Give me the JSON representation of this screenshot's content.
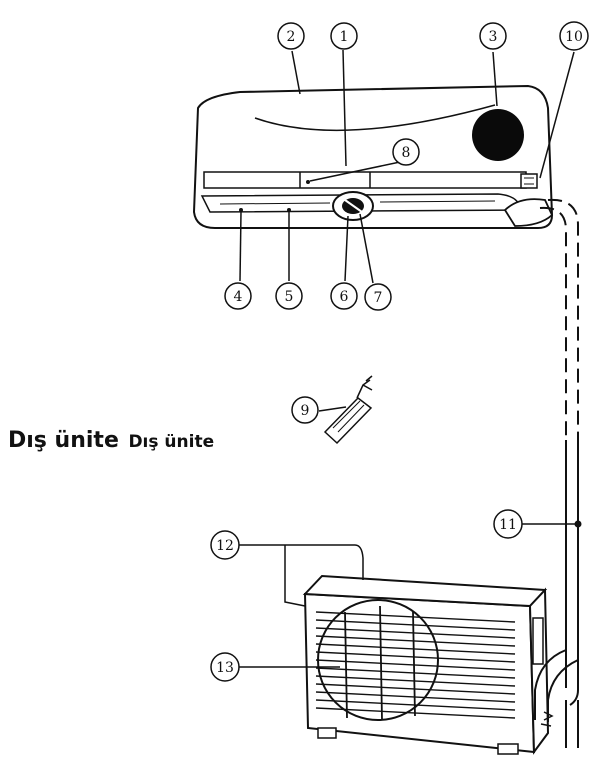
{
  "heading": {
    "primary": "Dış ünite",
    "secondary": "Dış ünite"
  },
  "callouts": [
    "1",
    "2",
    "3",
    "4",
    "5",
    "6",
    "7",
    "8",
    "9",
    "10",
    "11",
    "12",
    "13"
  ],
  "colors": {
    "line": "#111111",
    "fill": "#ffffff"
  }
}
